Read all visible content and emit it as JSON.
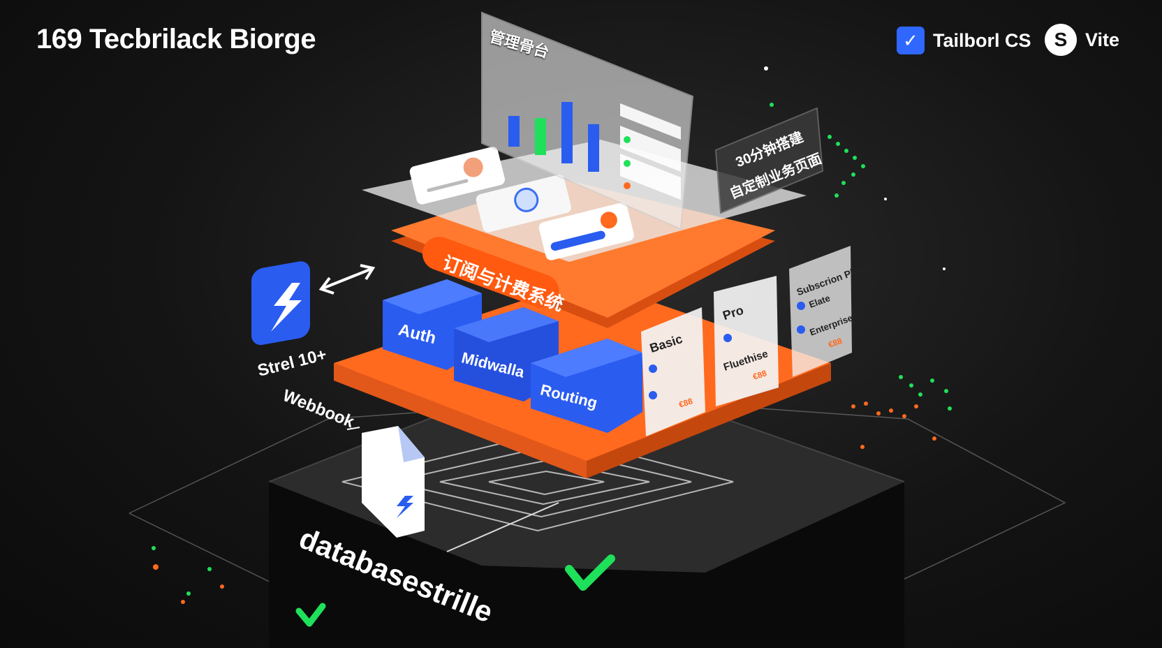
{
  "header": {
    "title": "169 Tecbrilack Biorge",
    "brands": [
      {
        "name": "Tailborl CS",
        "icon": "checkmark-badge-icon"
      },
      {
        "name": "Vite",
        "icon": "s-logo-icon"
      }
    ]
  },
  "dashboard_panel": {
    "title": "管理骨台",
    "bars_percent": [
      40,
      48,
      80,
      62
    ]
  },
  "callout": {
    "line1": "30分钟搭建",
    "line2": "自定制业务页面"
  },
  "subscription_layer": {
    "label": "订阅与计费系统"
  },
  "modules": [
    {
      "label": "Auth"
    },
    {
      "label": "Midwalla"
    },
    {
      "label": "Routing"
    }
  ],
  "pricing_cards": [
    {
      "title": "Basic",
      "footer": "€88"
    },
    {
      "title": "Pro",
      "subtitle": "Fluethise",
      "footer": "€88"
    },
    {
      "title": "Subscrion Plans",
      "items": [
        "Elate",
        "Enterprise"
      ],
      "footer": "€88"
    }
  ],
  "stripe": {
    "label": "Strel 10+",
    "icon": "lightning-bolt-icon"
  },
  "webhook": {
    "label": "Webbook",
    "icon": "document-icon"
  },
  "database": {
    "label": "databasestrille"
  },
  "colors": {
    "orange": "#ff6a1f",
    "blue": "#2a5cf0",
    "green": "#1fe05a",
    "background": "#141414"
  }
}
